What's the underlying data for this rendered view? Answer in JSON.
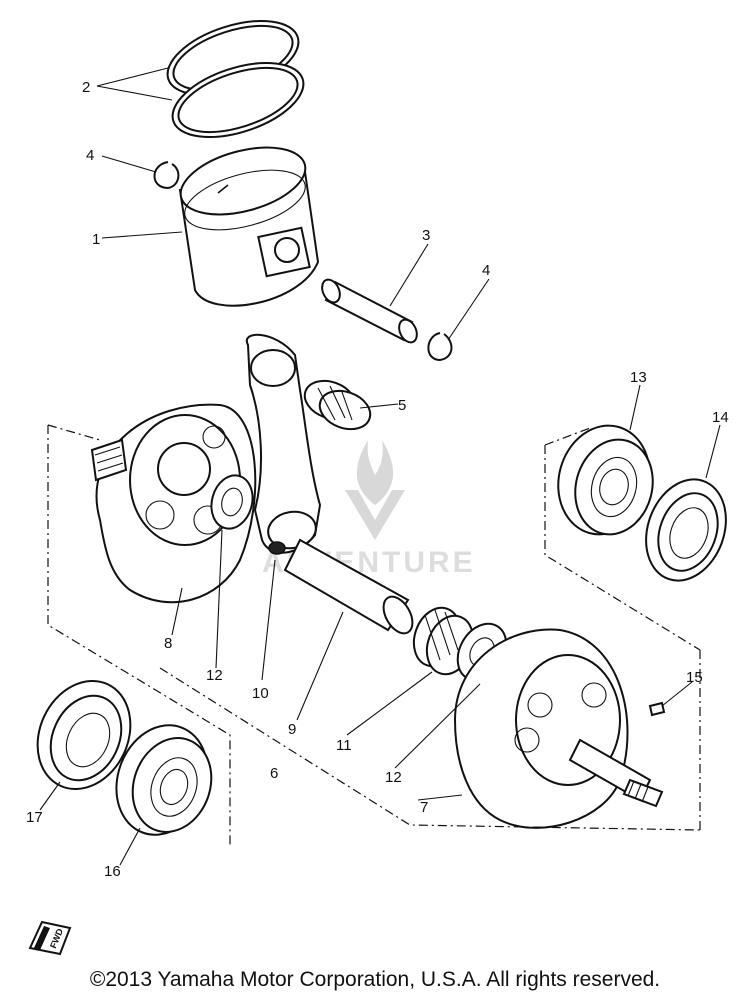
{
  "diagram": {
    "callouts": [
      "1",
      "2",
      "3",
      "4",
      "4",
      "5",
      "6",
      "7",
      "8",
      "9",
      "10",
      "11",
      "12",
      "12",
      "13",
      "14",
      "15",
      "16",
      "17"
    ],
    "watermark_text": "ADVENTURE",
    "front_mark_label": "FWD"
  },
  "footer": {
    "copyright": "©2013 Yamaha Motor Corporation, U.S.A. All rights reserved."
  }
}
